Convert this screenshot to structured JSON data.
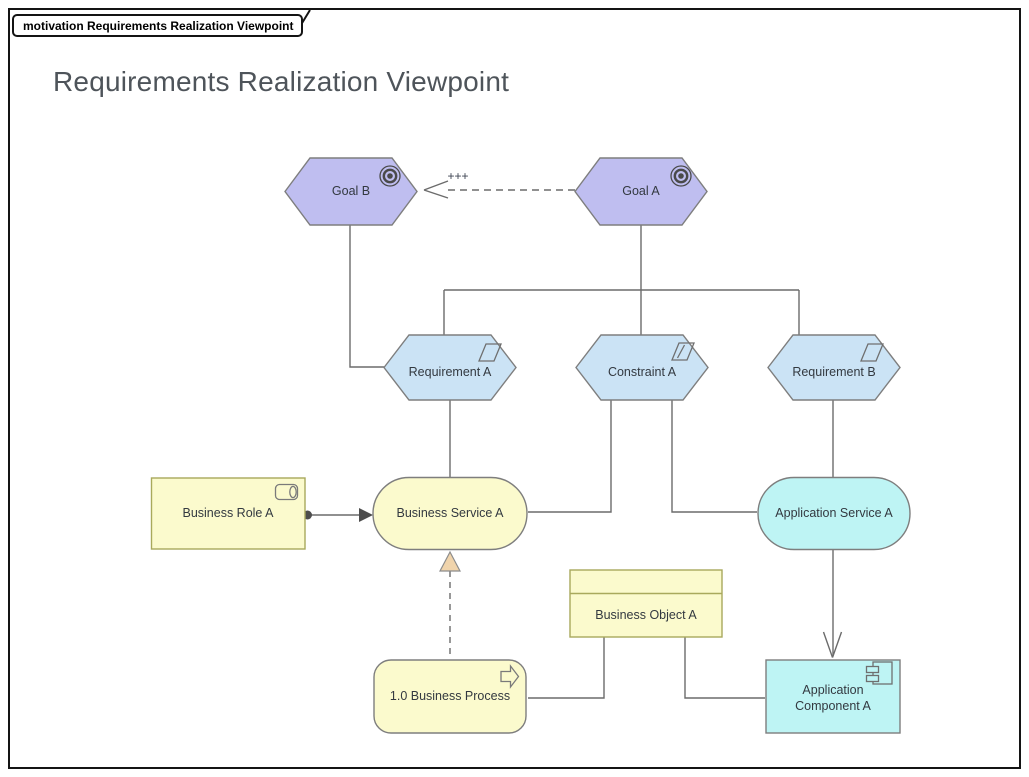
{
  "frame": {
    "label": "motivation Requirements Realization Viewpoint"
  },
  "title": "Requirements Realization Viewpoint",
  "colors": {
    "motivation_fill": "#BFBEF0",
    "requirement_fill": "#CBE3F5",
    "business_fill": "#FBFACD",
    "application_fill": "#BEF4F4",
    "shape_border": "#7E7E7E",
    "business_border": "#A9A95C",
    "connector": "#6B6B6B",
    "marker_dark": "#4D4D4D",
    "realization_arrow_fill": "#F0D4AC",
    "title_color": "#4E545A"
  },
  "nodes": {
    "goal_b": {
      "label": "Goal B",
      "icon": "goal-target-icon"
    },
    "goal_a": {
      "label": "Goal A",
      "icon": "goal-target-icon"
    },
    "requirement_a": {
      "label": "Requirement A",
      "icon": "requirement-parallelogram-icon"
    },
    "constraint_a": {
      "label": "Constraint A",
      "icon": "constraint-parallelogram-icon"
    },
    "requirement_b": {
      "label": "Requirement B",
      "icon": "requirement-parallelogram-icon"
    },
    "business_role_a": {
      "label": "Business Role A",
      "icon": "role-cylinder-icon"
    },
    "business_service_a": {
      "label": "Business Service A"
    },
    "application_service_a": {
      "label": "Application Service A"
    },
    "business_object_a": {
      "label": "Business Object A"
    },
    "business_process_a": {
      "label": "1.0 Business Process",
      "icon": "process-arrow-icon"
    },
    "application_component_a": {
      "label": "Application Component A",
      "icon": "component-icon"
    }
  },
  "relationships": [
    {
      "name": "influence",
      "from": "goal_a",
      "to": "goal_b",
      "label": "+++",
      "style": "dashed-open-arrow"
    },
    {
      "name": "association",
      "from": "goal_b",
      "to": "requirement_a"
    },
    {
      "name": "association",
      "from": "goal_a",
      "to": "requirement_a"
    },
    {
      "name": "association",
      "from": "goal_a",
      "to": "constraint_a"
    },
    {
      "name": "association",
      "from": "goal_a",
      "to": "requirement_b"
    },
    {
      "name": "association",
      "from": "business_service_a",
      "to": "requirement_a"
    },
    {
      "name": "association",
      "from": "business_service_a",
      "to": "constraint_a"
    },
    {
      "name": "association",
      "from": "application_service_a",
      "to": "constraint_a"
    },
    {
      "name": "association",
      "from": "application_service_a",
      "to": "requirement_b"
    },
    {
      "name": "assignment",
      "from": "business_role_a",
      "to": "business_service_a",
      "style": "ball-solid-arrow"
    },
    {
      "name": "realization",
      "from": "business_process_a",
      "to": "business_service_a",
      "style": "dashed-filled-triangle"
    },
    {
      "name": "serving",
      "from": "application_service_a",
      "to": "application_component_a",
      "style": "open-arrow"
    },
    {
      "name": "association",
      "from": "business_object_a",
      "to": "business_process_a"
    },
    {
      "name": "association",
      "from": "business_object_a",
      "to": "application_component_a"
    }
  ]
}
